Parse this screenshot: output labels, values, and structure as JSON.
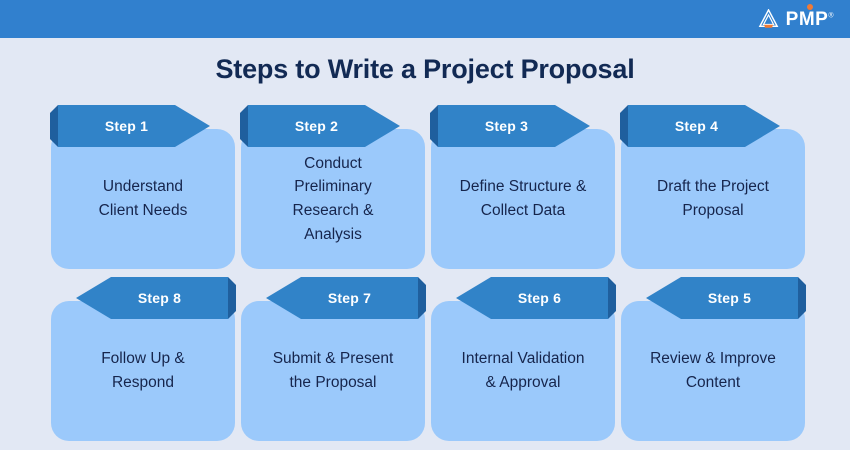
{
  "header": {
    "brand_name": "PMP",
    "brand_tm": "®",
    "logo_icon": "mountain-triangle-icon",
    "bar_color": "#3180ce",
    "dot_color": "#f07a35"
  },
  "page": {
    "title": "Steps to Write a Project Proposal",
    "background_color": "#e2e8f4",
    "title_color": "#122a54"
  },
  "theme": {
    "ribbon_color": "#3183c8",
    "ribbon_fold_color": "#1f5f9e",
    "panel_color": "#9bc9fb",
    "panel_text_color": "#16254c"
  },
  "rows": [
    {
      "direction": "right",
      "steps": [
        {
          "badge": "Step 1",
          "text": "Understand\nClient Needs"
        },
        {
          "badge": "Step 2",
          "text": "Conduct\nPreliminary\nResearch &\nAnalysis"
        },
        {
          "badge": "Step 3",
          "text": "Define Structure &\nCollect Data"
        },
        {
          "badge": "Step 4",
          "text": "Draft the Project\nProposal"
        }
      ]
    },
    {
      "direction": "left",
      "steps": [
        {
          "badge": "Step 8",
          "text": "Follow Up &\nRespond"
        },
        {
          "badge": "Step 7",
          "text": "Submit & Present\nthe Proposal"
        },
        {
          "badge": "Step 6",
          "text": "Internal Validation\n& Approval"
        },
        {
          "badge": "Step 5",
          "text": "Review & Improve\nContent"
        }
      ]
    }
  ]
}
